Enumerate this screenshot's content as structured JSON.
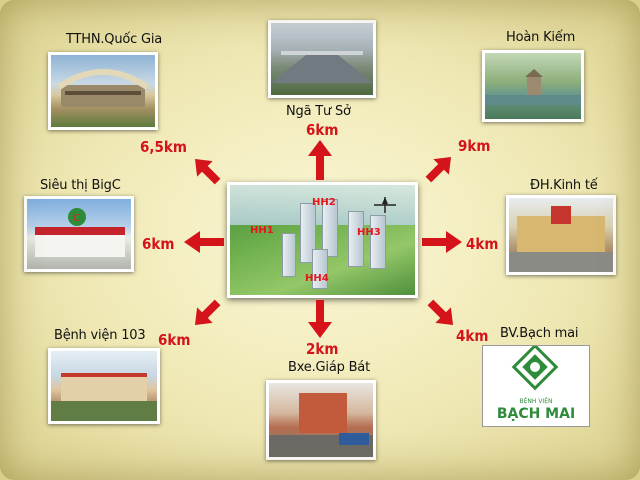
{
  "center": {
    "buildings": [
      "HH1",
      "HH2",
      "HH3",
      "HH4"
    ]
  },
  "locations": [
    {
      "name": "TTHN.Quốc Gia",
      "distance": "6,5km"
    },
    {
      "name": "Ngã Tư Sở",
      "distance": "6km"
    },
    {
      "name": "Hoàn Kiếm",
      "distance": "9km"
    },
    {
      "name": "Siêu thị BigC",
      "distance": "6km"
    },
    {
      "name": "ĐH.Kinh tế",
      "distance": "4km"
    },
    {
      "name": "Bệnh viện 103",
      "distance": "6km"
    },
    {
      "name": "Bxe.Giáp Bát",
      "distance": "2km"
    },
    {
      "name": "BV.Bạch mai",
      "distance": "4km"
    }
  ],
  "bachmai_logo": {
    "small_text": "BỆNH VIỆN",
    "big_text": "BẠCH MAI"
  },
  "colors": {
    "distance": "#d4141a",
    "arrow": "#d4141a",
    "logo_green": "#2e8b3a"
  }
}
